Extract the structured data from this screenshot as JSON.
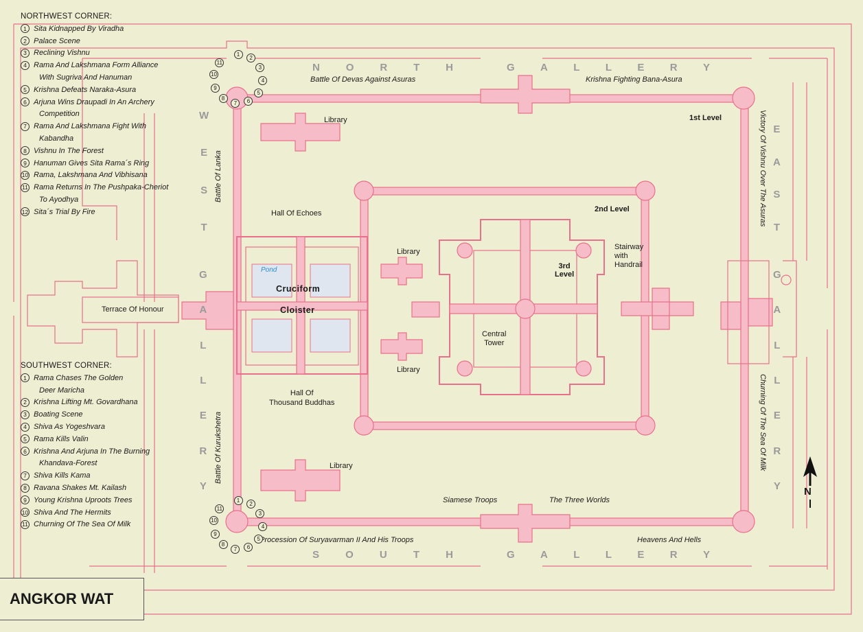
{
  "title": "ANGKOR WAT",
  "colors": {
    "background": "#eeeed2",
    "wall": "#e8708a",
    "fill": "#f6bcc8",
    "pond": "#dfe6ef"
  },
  "galleries": {
    "north": [
      "N",
      "O",
      "R",
      "T",
      "H"
    ],
    "south": [
      "S",
      "O",
      "U",
      "T",
      "H"
    ],
    "west": [
      "W",
      "E",
      "S",
      "T"
    ],
    "east": [
      "E",
      "A",
      "S",
      "T"
    ],
    "gallery": [
      "G",
      "A",
      "L",
      "L",
      "E",
      "R",
      "Y"
    ]
  },
  "northwest": {
    "heading": "NORTHWEST CORNER:",
    "items": [
      {
        "n": "1",
        "lines": [
          "Sita Kidnapped By Viradha"
        ]
      },
      {
        "n": "2",
        "lines": [
          "Palace Scene"
        ]
      },
      {
        "n": "3",
        "lines": [
          "Reclining Vishnu"
        ]
      },
      {
        "n": "4",
        "lines": [
          "Rama And Lakshmana Form Alliance",
          "With Sugriva And Hanuman"
        ]
      },
      {
        "n": "5",
        "lines": [
          "Krishna Defeats Naraka-Asura"
        ]
      },
      {
        "n": "6",
        "lines": [
          "Arjuna Wins Draupadi In An Archery",
          "Competition"
        ]
      },
      {
        "n": "7",
        "lines": [
          "Rama And Lakshmana Fight With",
          "Kabandha"
        ]
      },
      {
        "n": "8",
        "lines": [
          "Vishnu In The Forest"
        ]
      },
      {
        "n": "9",
        "lines": [
          "Hanuman Gives Sita Rama´s Ring"
        ]
      },
      {
        "n": "10",
        "lines": [
          "Rama, Lakshmana And Vibhisana"
        ]
      },
      {
        "n": "11",
        "lines": [
          "Rama Returns In The Pushpaka-Cheriot",
          "To Ayodhya"
        ]
      },
      {
        "n": "12",
        "lines": [
          "Sita´s Trial By Fire"
        ]
      }
    ]
  },
  "southwest": {
    "heading": "SOUTHWEST CORNER:",
    "items": [
      {
        "n": "1",
        "lines": [
          "Rama Chases The Golden",
          "Deer Maricha"
        ]
      },
      {
        "n": "2",
        "lines": [
          "Krishna Lifting Mt. Govardhana"
        ]
      },
      {
        "n": "3",
        "lines": [
          "Boating Scene"
        ]
      },
      {
        "n": "4",
        "lines": [
          "Shiva As Yogeshvara"
        ]
      },
      {
        "n": "5",
        "lines": [
          "Rama Kills Valin"
        ]
      },
      {
        "n": "6",
        "lines": [
          "Krishna And Arjuna In The Burning",
          "Khandava-Forest"
        ]
      },
      {
        "n": "7",
        "lines": [
          "Shiva Kills Kama"
        ]
      },
      {
        "n": "8",
        "lines": [
          "Ravana Shakes Mt. Kailash"
        ]
      },
      {
        "n": "9",
        "lines": [
          "Young Krishna Uproots Trees"
        ]
      },
      {
        "n": "10",
        "lines": [
          "Shiva And The Hermits"
        ]
      },
      {
        "n": "11",
        "lines": [
          "Churning Of The Sea Of Milk"
        ]
      }
    ]
  },
  "labels": {
    "battle_devas": "Battle Of Devas Against Asuras",
    "krishna_bana": "Krishna Fighting Bana-Asura",
    "level1": "1st Level",
    "level2": "2nd Level",
    "level3a": "3rd",
    "level3b": "Level",
    "library_nw": "Library",
    "library_sw": "Library",
    "library_n": "Library",
    "library_s": "Library",
    "battle_lanka": "Battle Of Lanka",
    "battle_kurukshetra": "Battle Of Kurukshetra",
    "victory_vishnu": "Victory Of Vishnu Over The Asuras",
    "churning": "Churning Of The Sea Of Milk",
    "hall_echoes": "Hall Of Echoes",
    "pond": "Pond",
    "cruciform": "Cruciform",
    "cloister": "Cloister",
    "terrace": "Terrace Of Honour",
    "hall_buddhas_1": "Hall Of",
    "hall_buddhas_2": "Thousand Buddhas",
    "stairway_1": "Stairway",
    "stairway_2": "with",
    "stairway_3": "Handrail",
    "central_1": "Central",
    "central_2": "Tower",
    "siamese": "Siamese Troops",
    "three_worlds": "The Three Worlds",
    "procession": "Procession Of Suryavarman II And His Troops",
    "heavens": "Heavens And Hells",
    "north_letter": "N"
  },
  "corner_numbers_nw": [
    "1",
    "2",
    "3",
    "4",
    "5",
    "6",
    "7",
    "8",
    "9",
    "10",
    "11"
  ],
  "corner_numbers_sw": [
    "1",
    "2",
    "3",
    "4",
    "5",
    "6",
    "7",
    "8",
    "9",
    "10",
    "11"
  ]
}
